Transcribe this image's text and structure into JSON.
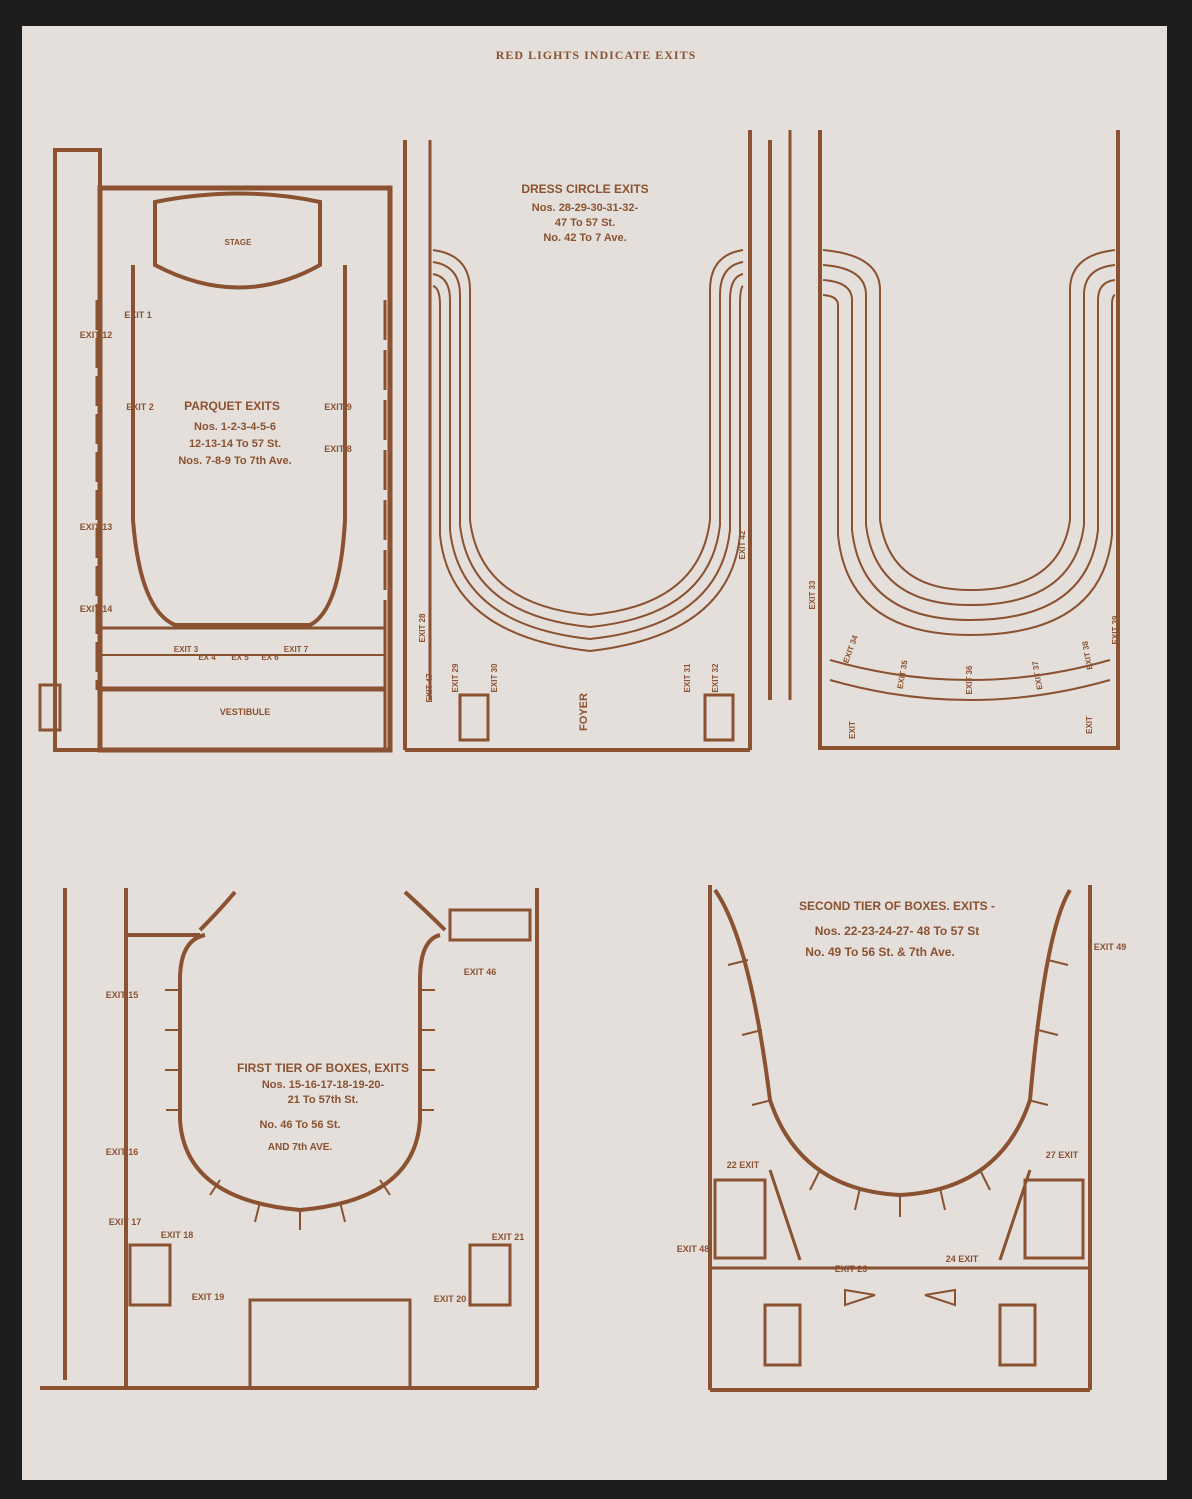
{
  "header": {
    "title": "RED LIGHTS INDICATE EXITS"
  },
  "parquet": {
    "stage": "STAGE",
    "vestibule": "VESTIBULE",
    "heading": "PARQUET EXITS",
    "line1": "Nos. 1-2-3-4-5-6",
    "line2": "12-13-14 To 57 St.",
    "line3": "Nos. 7-8-9 To 7th Ave.",
    "exits": [
      "EXIT 1",
      "EXIT 2",
      "EXIT 3",
      "EX 4",
      "EX 5",
      "EX 6",
      "EXIT 7",
      "EXIT 8",
      "EXIT 9",
      "EXIT 12",
      "EXIT 13",
      "EXIT 14"
    ]
  },
  "dress_circle": {
    "heading": "DRESS CIRCLE EXITS",
    "line1": "Nos. 28-29-30-31-32-",
    "line2": "47 To 57 St.",
    "line3": "No. 42 To 7 Ave.",
    "foyer": "FOYER",
    "exits": [
      "EXIT 28",
      "EXIT 29",
      "EXIT 30",
      "EXIT 31",
      "EXIT 32",
      "EXIT 42",
      "EXIT 47"
    ]
  },
  "gallery": {
    "exits": [
      "EXIT 33",
      "EXIT 34",
      "EXIT 35",
      "EXIT 36",
      "EXIT 37",
      "EXIT 38",
      "EXIT 39",
      "EXIT",
      "EXIT"
    ]
  },
  "first_tier": {
    "heading": "FIRST TIER OF BOXES, EXITS",
    "line1": "Nos. 15-16-17-18-19-20-",
    "line2": "21 To 57th St.",
    "line3": "No. 46 To 56 St.",
    "line4": "AND 7th AVE.",
    "exits": [
      "EXIT 15",
      "EXIT 16",
      "EXIT 17",
      "EXIT 18",
      "EXIT 19",
      "EXIT 20",
      "EXIT 21",
      "EXIT 46"
    ]
  },
  "second_tier": {
    "heading": "SECOND TIER OF BOXES. EXITS -",
    "line1": "Nos. 22-23-24-27- 48 To 57 St",
    "line2": "No. 49 To 56 St. & 7th Ave.",
    "exits": [
      "22 EXIT",
      "27 EXIT",
      "EXIT 48",
      "EXIT 49",
      "EXIT 23",
      "24 EXIT"
    ]
  },
  "colors": {
    "ink": "#8a5230",
    "paper": "#e4dfdb",
    "background": "#1d1d1d"
  }
}
